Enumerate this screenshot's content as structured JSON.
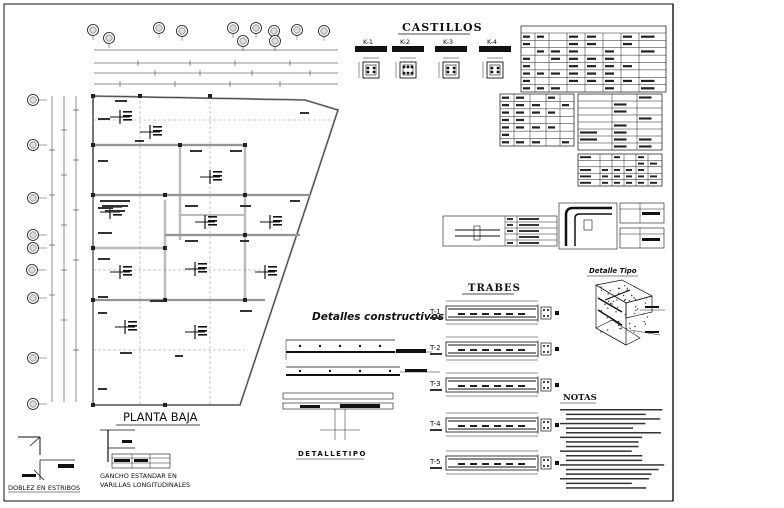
{
  "sheet": {
    "titles": {
      "plan": "PLANTA BAJA",
      "details": "Detalles constructivos",
      "detalle_tipo": "DETALLETIPO",
      "detalle_tipo_right": "Detalle Tipo",
      "castillos": "CASTILLOS",
      "trabes": "TRABES",
      "notas": "NOTAS"
    },
    "grid_axes_top": [
      "A",
      "B",
      "C",
      "D",
      "E",
      "F",
      "G",
      "H",
      "I",
      "J",
      "K"
    ],
    "grid_axes_left": [
      "1",
      "2",
      "3",
      "4",
      "5",
      "6",
      "7",
      "8",
      "9"
    ],
    "castillo_labels": [
      "K-1",
      "K-2",
      "K-3",
      "K-4"
    ],
    "trabe_labels": [
      "T-1",
      "T-2",
      "T-3",
      "T-4",
      "T-5"
    ],
    "bottom_labels": {
      "doblez": "DOBLEZ EN ESTRIBOS",
      "gancho_line1": "GANCHO ESTANDAR EN",
      "gancho_line2": "VARILLAS LONGITUDINALES"
    }
  }
}
